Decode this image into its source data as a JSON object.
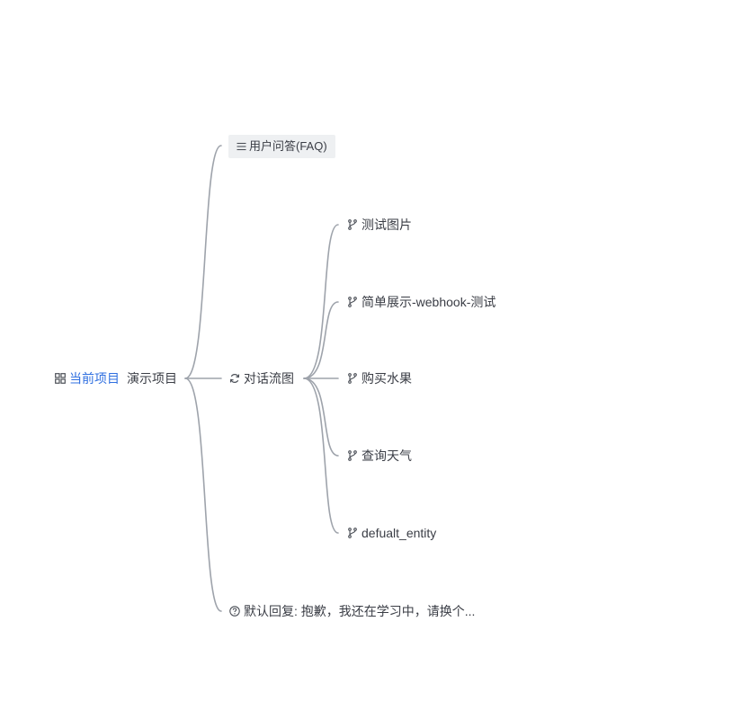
{
  "root": {
    "label": "当前项目",
    "name": "演示项目",
    "icon": "grid-icon",
    "accent_color": "#2f6fe0"
  },
  "branches": [
    {
      "key": "faq",
      "label": "用户问答(FAQ)",
      "icon": "list-icon",
      "highlighted": true
    },
    {
      "key": "flow",
      "label": "对话流图",
      "icon": "refresh-icon",
      "children": [
        {
          "label": "测试图片",
          "icon": "branch-icon"
        },
        {
          "label": "简单展示-webhook-测试",
          "icon": "branch-icon"
        },
        {
          "label": "购买水果",
          "icon": "branch-icon"
        },
        {
          "label": "查询天气",
          "icon": "branch-icon"
        },
        {
          "label": "defualt_entity",
          "icon": "branch-icon"
        }
      ]
    },
    {
      "key": "default",
      "label": "默认回复: 抱歉，我还在学习中，请换个...",
      "icon": "help-circle-icon"
    }
  ],
  "colors": {
    "connector": "#9ea3ab",
    "text": "#3a3d45",
    "faq_background": "#eef0f2"
  }
}
